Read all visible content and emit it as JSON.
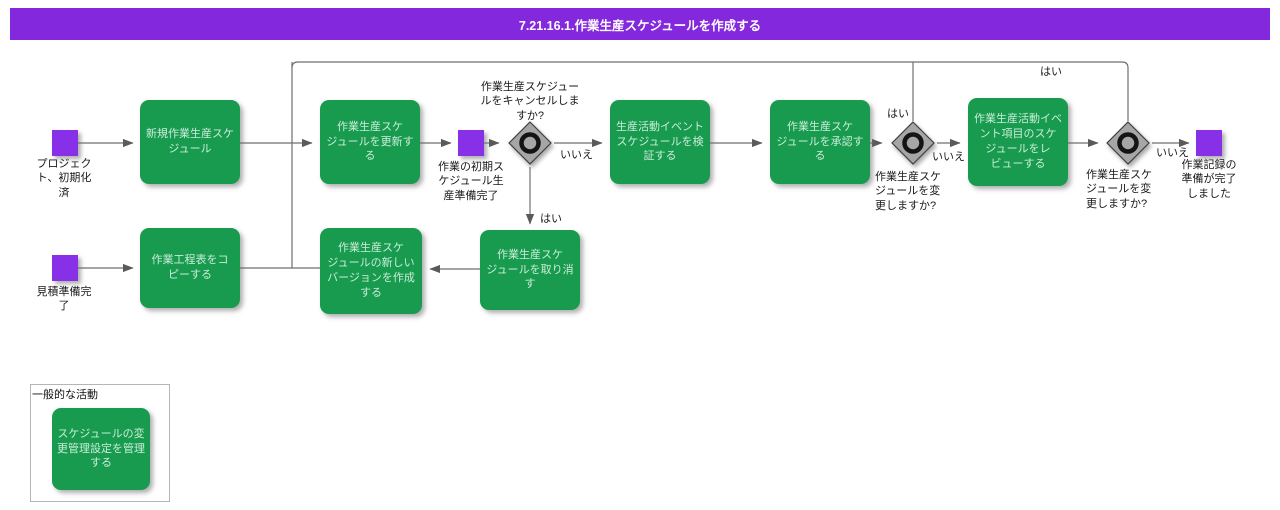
{
  "title": "7.21.16.1.作業生産スケジュールを作成する",
  "colors": {
    "header_purple": "#8428DE",
    "event_purple": "#8830E8",
    "task_green": "#189B4E",
    "task_text": "#C9ECD9",
    "line_gray": "#6F6F6F"
  },
  "edge_labels": {
    "yes": "はい",
    "no": "いいえ"
  },
  "events": {
    "start_project": {
      "label": "プロジェク\nト、初期化\n済"
    },
    "start_estimate": {
      "label": "見積準備完\n了"
    },
    "initial_ready": {
      "label": "作業の初期ス\nケジュール生\n産準備完了"
    },
    "end_ready": {
      "label": "作業記録の\n準備が完了\nしました"
    }
  },
  "tasks": {
    "new_schedule": {
      "label": "新規作業生産スケ\nジュール"
    },
    "update_schedule": {
      "label": "作業生産スケ\nジュールを更新す\nる"
    },
    "verify_events": {
      "label": "生産活動イベント\nスケジュールを検\n証する"
    },
    "approve_schedule": {
      "label": "作業生産スケ\nジュールを承認す\nる"
    },
    "review_items": {
      "label": "作業生産活動イベ\nント項目のスケ\nジュールをレ\nビューする"
    },
    "copy_worksheet": {
      "label": "作業工程表をコ\nピーする"
    },
    "cancel_schedule": {
      "label": "作業生産スケ\nジュールを取り消\nす"
    },
    "new_version": {
      "label": "作業生産スケ\nジュールの新しい\nバージョンを作成\nする"
    }
  },
  "gateways": {
    "cancel_question": {
      "label": "作業生産スケジュー\nルをキャンセルしま\nすか?"
    },
    "change_question_1": {
      "label": "作業生産スケ\nジュールを変\n更しますか?"
    },
    "change_question_2": {
      "label": "作業生産スケ\nジュールを変\n更しますか?"
    }
  },
  "legend": {
    "title": "一般的な活動",
    "activity": "スケジュールの変\n更管理設定を管理\nする"
  }
}
